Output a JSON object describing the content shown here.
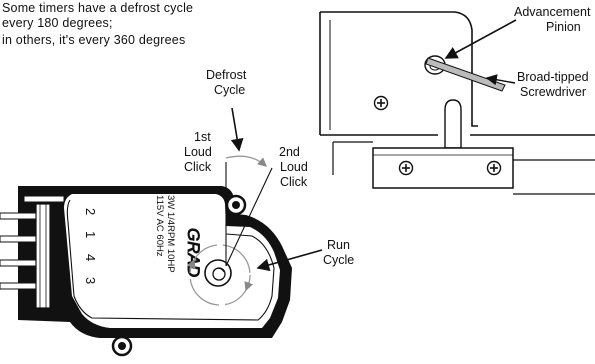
{
  "note": {
    "line1": "Some timers have a defrost cycle",
    "line2": "every 180 degrees;",
    "line3": "in others, it's every 360 degrees"
  },
  "labels": {
    "defrost_1": "Defrost",
    "defrost_2": "Cycle",
    "first_click_1": "1st",
    "first_click_2": "Loud",
    "first_click_3": "Click",
    "second_click_1": "2nd",
    "second_click_2": "Loud",
    "second_click_3": "Click",
    "run_1": "Run",
    "run_2": "Cycle",
    "advancement_1": "Advancement",
    "advancement_2": "Pinion",
    "screwdriver_1": "Broad-tipped",
    "screwdriver_2": "Screwdriver"
  },
  "timer": {
    "brand": "GRAD",
    "spec_line1": "115V AC 60Hz",
    "spec_line2": "3W 1/4RPM 10HP",
    "terminals": [
      "2",
      "1",
      "4",
      "3"
    ]
  }
}
